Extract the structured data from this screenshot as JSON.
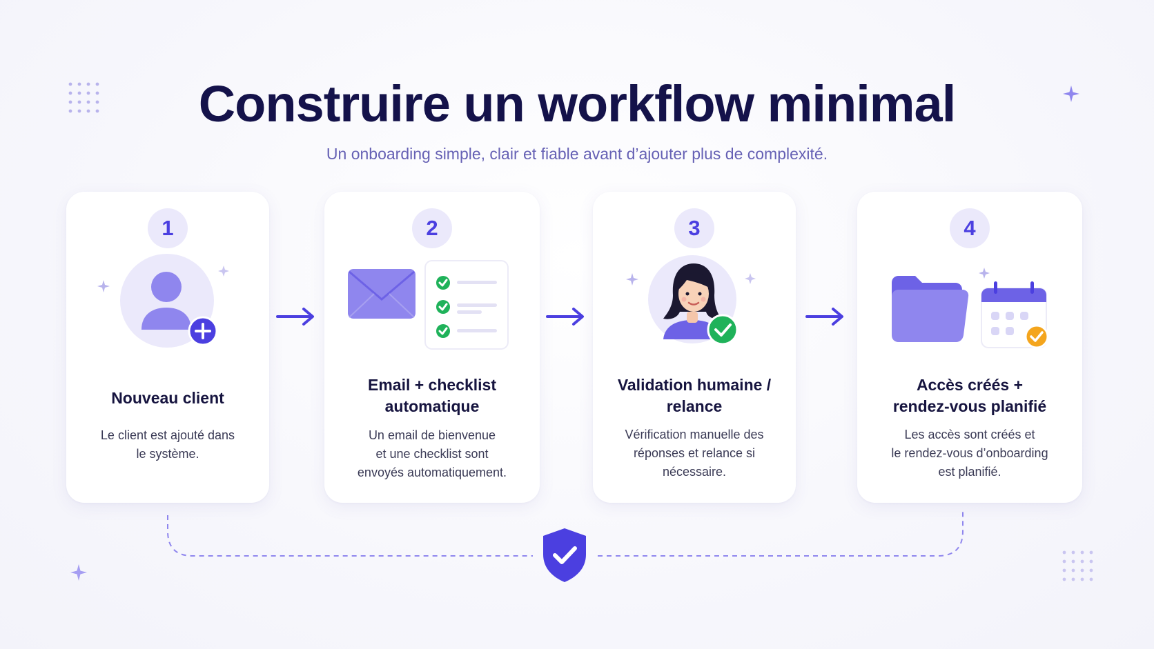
{
  "title": "Construire un workflow minimal",
  "subtitle": "Un onboarding simple, clair et fiable avant d’ajouter plus de complexité.",
  "steps": [
    {
      "number": "1",
      "title_lines": [
        "Nouveau client"
      ],
      "desc_lines": [
        "Le client est ajouté dans",
        "le système."
      ],
      "icon": "user-add-icon"
    },
    {
      "number": "2",
      "title_lines": [
        "Email + checklist",
        "automatique"
      ],
      "desc_lines": [
        "Un email de bienvenue",
        "et une checklist sont",
        "envoyés automatiquement."
      ],
      "icon": "email-checklist-icon"
    },
    {
      "number": "3",
      "title_lines": [
        "Validation humaine /",
        "relance"
      ],
      "desc_lines": [
        "Vérification manuelle des",
        "réponses et relance si",
        "nécessaire."
      ],
      "icon": "person-check-icon"
    },
    {
      "number": "4",
      "title_lines": [
        "Accès créés +",
        "rendez-vous planifié"
      ],
      "desc_lines": [
        "Les accès sont créés et",
        "le rendez-vous d’onboarding",
        "est planifié."
      ],
      "icon": "folder-calendar-icon"
    }
  ],
  "colors": {
    "primary": "#4b3fe0",
    "light_purple": "#ebe9fb",
    "mid_purple": "#8f86ee",
    "title": "#14124a",
    "green": "#1fb25a",
    "orange": "#f4a51d"
  }
}
